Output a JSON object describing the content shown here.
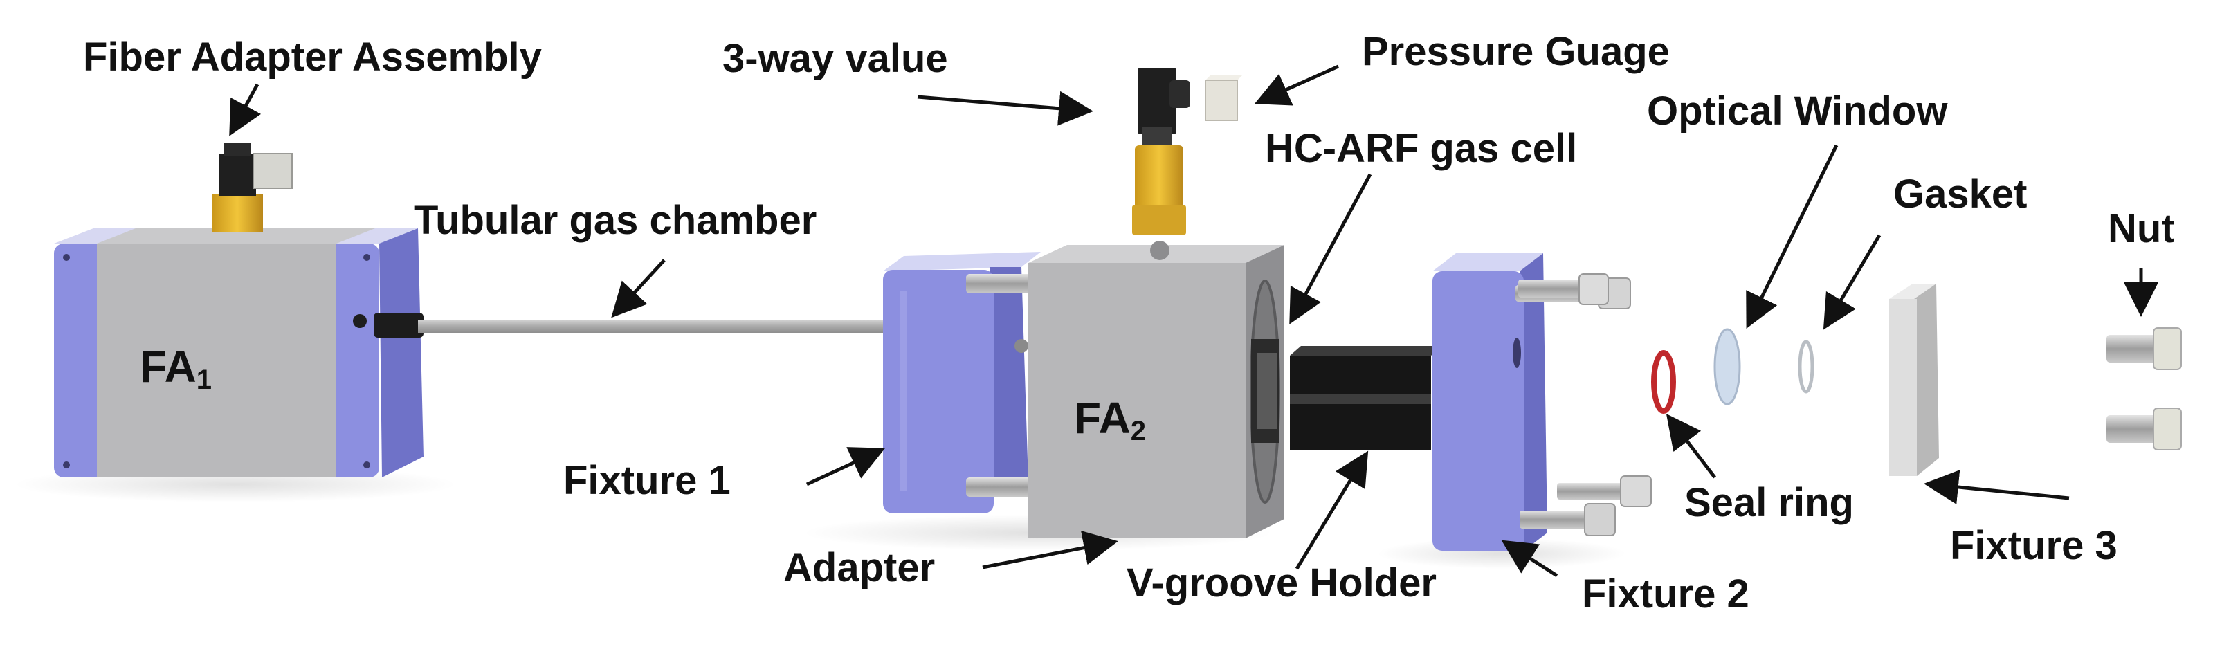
{
  "labels": {
    "fiber_adapter_assembly": "Fiber Adapter Assembly",
    "three_way_value": "3-way value",
    "pressure_guage": "Pressure Guage",
    "optical_window": "Optical Window",
    "hc_arf_gas_cell": "HC-ARF gas cell",
    "gasket": "Gasket",
    "nut": "Nut",
    "tubular_gas_chamber": "Tubular gas chamber",
    "fixture_1": "Fixture 1",
    "adapter": "Adapter",
    "v_groove_holder": "V-groove Holder",
    "fixture_2": "Fixture 2",
    "seal_ring": "Seal ring",
    "fixture_3": "Fixture 3"
  },
  "blocks": {
    "fa1": {
      "base": "FA",
      "sub": "1"
    },
    "fa2": {
      "base": "FA",
      "sub": "2"
    }
  },
  "colors": {
    "blue_plate": "#8c8fe0",
    "grey_body": "#b9b9bb",
    "brass": "#e3b21f",
    "black_part": "#1f1f1f",
    "seal_ring": "#c0282b",
    "text": "#111111"
  }
}
